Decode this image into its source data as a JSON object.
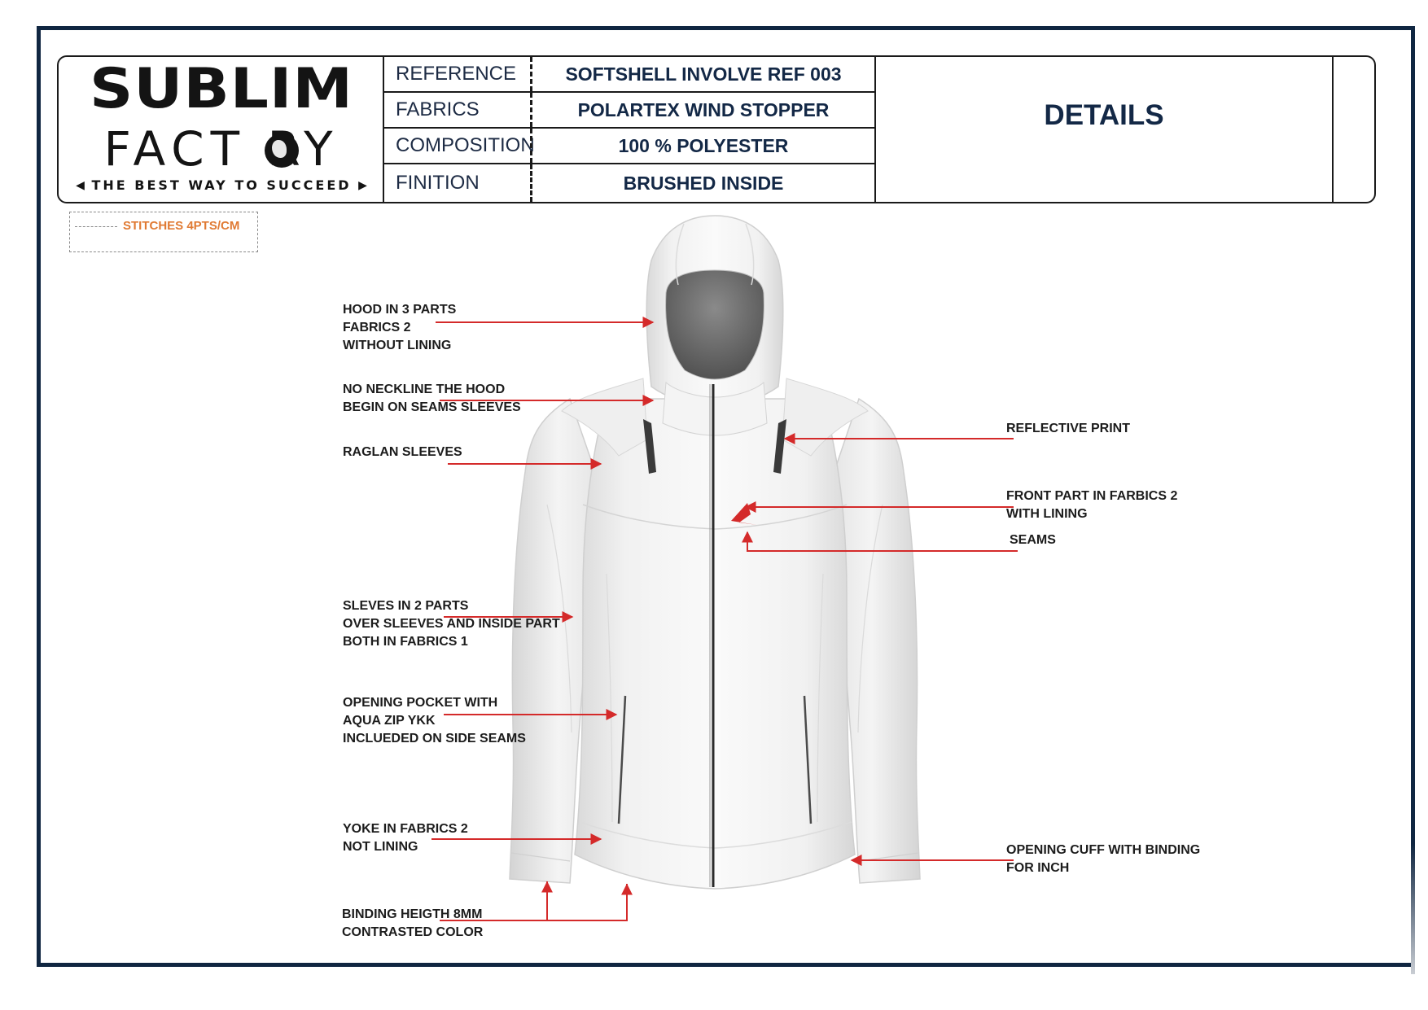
{
  "logo": {
    "line1": "SUBLIM",
    "line2": "FACT RY",
    "tagline": "THE BEST WAY TO SUCCEED"
  },
  "spec_table": {
    "rows": [
      {
        "label": "REFERENCE",
        "value": "SOFTSHELL INVOLVE REF 003"
      },
      {
        "label": "FABRICS",
        "value": "POLARTEX WIND STOPPER"
      },
      {
        "label": "COMPOSITION",
        "value": "100 % POLYESTER"
      },
      {
        "label": "FINITION",
        "value": "BRUSHED INSIDE"
      }
    ]
  },
  "details": {
    "title": "DETAILS"
  },
  "legend": {
    "stitches": "STITCHES 4PTS/CM"
  },
  "callouts": {
    "hood": "HOOD IN 3 PARTS\nFABRICS 2\nWITHOUT LINING",
    "neckline": "NO NECKLINE THE HOOD\nBEGIN ON SEAMS SLEEVES",
    "raglan": "RAGLAN SLEEVES",
    "sleeves": "SLEVES IN 2 PARTS\nOVER SLEEVES AND INSIDE PART\nBOTH IN FABRICS 1",
    "pocket": "OPENING POCKET WITH\nAQUA ZIP YKK\nINCLUEDED ON SIDE SEAMS",
    "yoke": "YOKE IN FABRICS 2\nNOT LINING",
    "binding": "BINDING HEIGTH 8MM\nCONTRASTED COLOR",
    "reflective": "REFLECTIVE PRINT",
    "front": "FRONT PART IN FARBICS 2\nWITH LINING",
    "seams": "SEAMS",
    "cuff": "OPENING CUFF WITH BINDING\nFOR INCH"
  },
  "colors": {
    "frame": "#102641",
    "arrow": "#d42a2a",
    "legend_text": "#e07a33",
    "title_text": "#132846"
  }
}
